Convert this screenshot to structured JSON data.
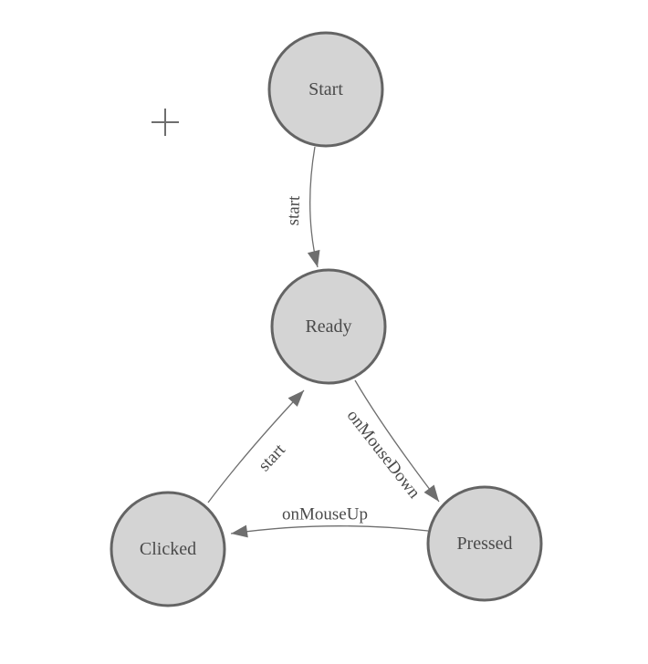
{
  "diagram": {
    "kind": "finite-state-machine",
    "background": "#ffffff",
    "colors": {
      "background": "#ffffff",
      "node_fill": "#d4d4d4",
      "node_stroke": "#646464",
      "edge": "#6e6e6e",
      "node_label": "#4a4a4a",
      "edge_label": "#4a4a4a",
      "crosshair": "#6e6e6e"
    },
    "icons": {
      "crosshair": "plus-crosshair"
    },
    "nodes": [
      {
        "id": "start",
        "label": "Start"
      },
      {
        "id": "ready",
        "label": "Ready"
      },
      {
        "id": "clicked",
        "label": "Clicked"
      },
      {
        "id": "pressed",
        "label": "Pressed"
      }
    ],
    "edges": [
      {
        "from": "Start",
        "to": "Ready",
        "label": "start"
      },
      {
        "from": "Ready",
        "to": "Pressed",
        "label": "onMouseDown"
      },
      {
        "from": "Pressed",
        "to": "Clicked",
        "label": "onMouseUp"
      },
      {
        "from": "Clicked",
        "to": "Ready",
        "label": "start"
      }
    ]
  }
}
